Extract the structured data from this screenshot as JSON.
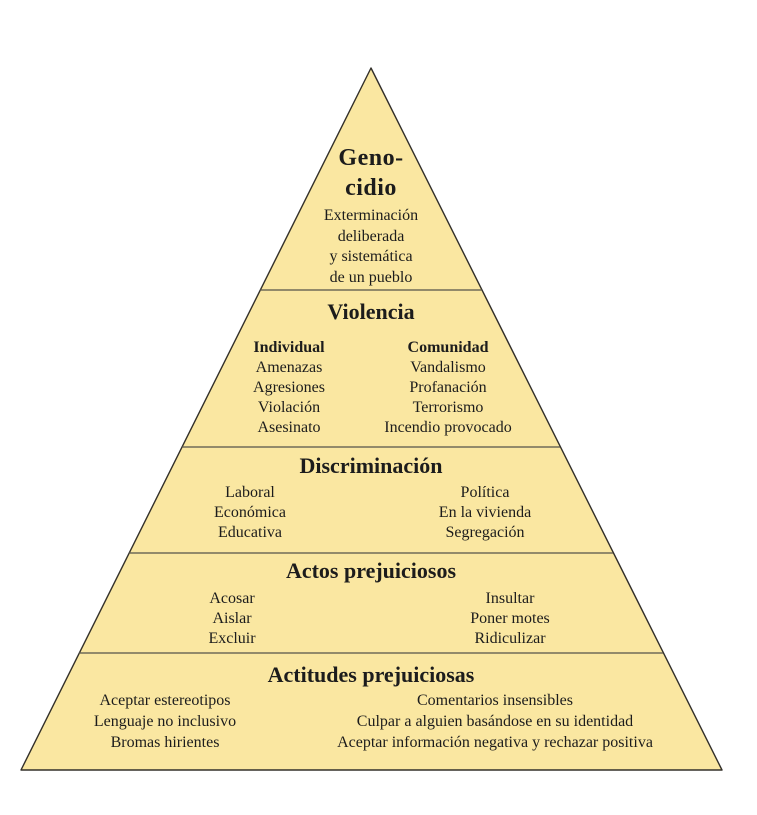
{
  "diagram": {
    "fill_color": "#FAE7A1",
    "outline_color": "#33302A",
    "divider_color": "#55524A",
    "levels": [
      {
        "id": "genocidio",
        "title_lines": [
          "Geno-",
          "cidio"
        ],
        "description_lines": [
          "Exterminación",
          "deliberada",
          "y sistemática",
          "de un pueblo"
        ]
      },
      {
        "id": "violencia",
        "title": "Violencia",
        "columns": [
          {
            "header": "Individual",
            "items": [
              "Amenazas",
              "Agresiones",
              "Violación",
              "Asesinato"
            ]
          },
          {
            "header": "Comunidad",
            "items": [
              "Vandalismo",
              "Profanación",
              "Terrorismo",
              "Incendio provocado"
            ]
          }
        ]
      },
      {
        "id": "discriminacion",
        "title": "Discriminación",
        "columns": [
          {
            "items": [
              "Laboral",
              "Económica",
              "Educativa"
            ]
          },
          {
            "items": [
              "Política",
              "En la vivienda",
              "Segregación"
            ]
          }
        ]
      },
      {
        "id": "actos-prejuiciosos",
        "title": "Actos prejuiciosos",
        "columns": [
          {
            "items": [
              "Acosar",
              "Aislar",
              "Excluir"
            ]
          },
          {
            "items": [
              "Insultar",
              "Poner motes",
              "Ridiculizar"
            ]
          }
        ]
      },
      {
        "id": "actitudes-prejuiciosas",
        "title": "Actitudes prejuiciosas",
        "columns": [
          {
            "items": [
              "Aceptar estereotipos",
              "Lenguaje no inclusivo",
              "Bromas hirientes"
            ]
          },
          {
            "items": [
              "Comentarios insensibles",
              "Culpar a alguien basándose en su identidad",
              "Aceptar información negativa y rechazar positiva"
            ]
          }
        ]
      }
    ]
  }
}
